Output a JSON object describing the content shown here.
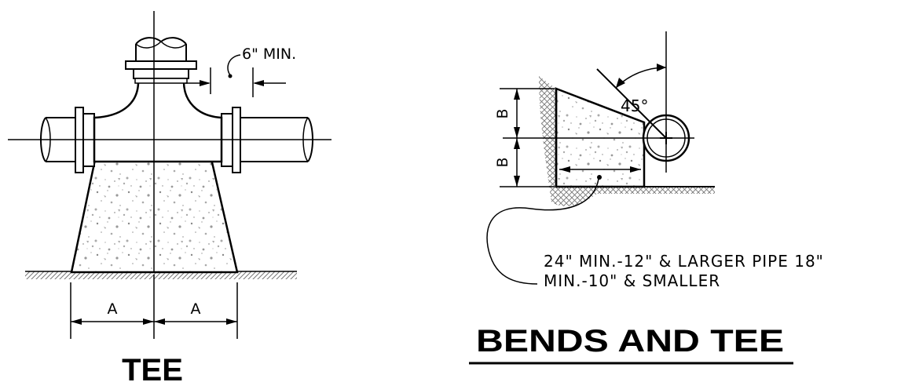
{
  "tee_detail": {
    "clearance_note": "6\" MIN.",
    "dim_label_left": "A",
    "dim_label_right": "A",
    "title": "TEE"
  },
  "bend_detail": {
    "angle_label": "45°",
    "dim_label_top": "B",
    "dim_label_bottom": "B",
    "note_line_1": "24\" MIN.-12\" & LARGER PIPE 18\"",
    "note_line_2": "MIN.-10\" & SMALLER",
    "title": "BENDS AND TEE"
  }
}
